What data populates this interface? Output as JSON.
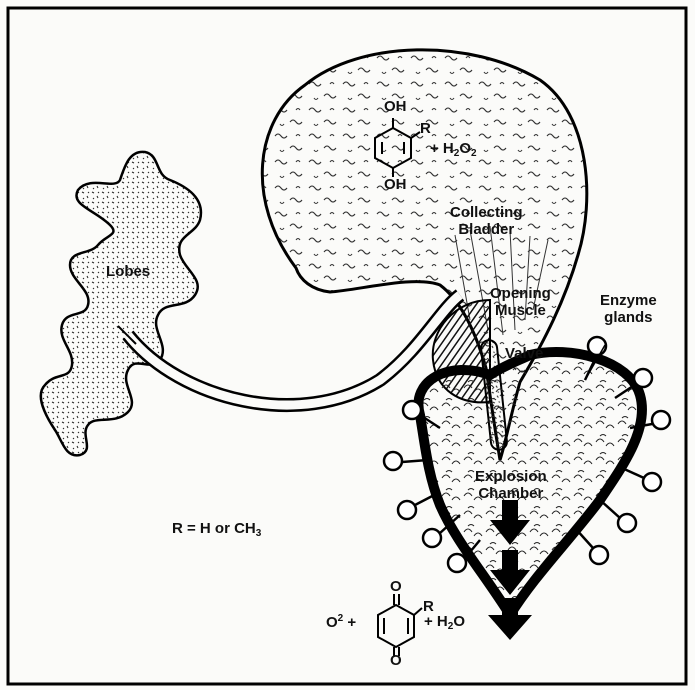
{
  "labels": {
    "lobes": "Lobes",
    "collecting": "Collecting",
    "bladder": "Bladder",
    "opening": "Opening",
    "muscle": "Muscle",
    "valve": "Valve",
    "enzyme": "Enzyme",
    "glands": "glands",
    "explosion": "Explosion",
    "chamber": "Chamber"
  },
  "chem": {
    "oh": "OH",
    "r": "R",
    "o": "O",
    "two": "2",
    "three": "3",
    "plus": " +",
    "plus_h": "+ H",
    "r_def": "R = H or CH"
  }
}
